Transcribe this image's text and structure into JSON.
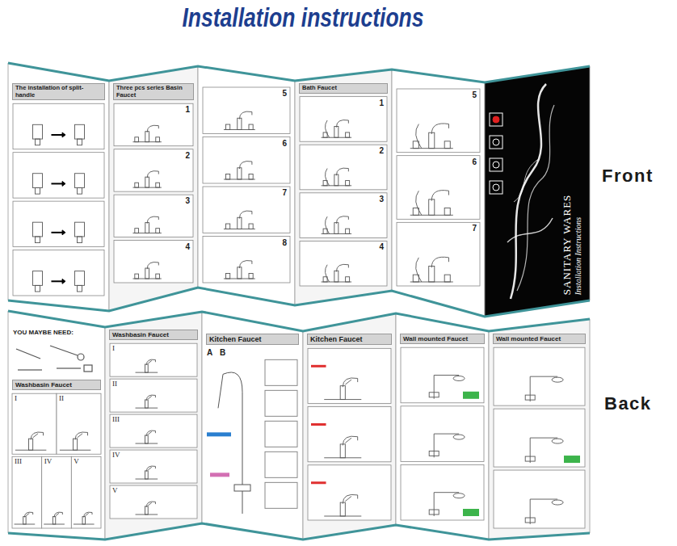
{
  "diagram": {
    "title": "Installation instructions",
    "nodes": [
      {
        "text": [
          "The installation of split-handle"
        ]
      },
      {
        "text": [
          "Three pcs series Basin Faucet"
        ]
      },
      {
        "text": [
          "Bath Faucet"
        ]
      },
      {
        "text": [
          "SANITARY WARES",
          "Installation Instructions"
        ]
      },
      {
        "text": [
          "Washbasin Faucet"
        ]
      },
      {
        "text": [
          "Washbasin Faucet"
        ]
      },
      {
        "text": [
          "Kitchen Faucet"
        ]
      },
      {
        "text": [
          "Kitchen Faucet"
        ]
      },
      {
        "text": [
          "Wall mounted Faucet"
        ]
      },
      {
        "text": [
          "Wall mounted Faucet"
        ]
      }
    ],
    "labels": [
      "1",
      "2",
      "3",
      "4",
      "5",
      "6",
      "7",
      "8",
      "1",
      "2",
      "3",
      "4",
      "5",
      "6",
      "7",
      "Front",
      "YOU MAYBE NEED:",
      "I",
      "II",
      "III",
      "IV",
      "V",
      "I",
      "II",
      "III",
      "IV",
      "V",
      "A",
      "B",
      "Back"
    ]
  }
}
